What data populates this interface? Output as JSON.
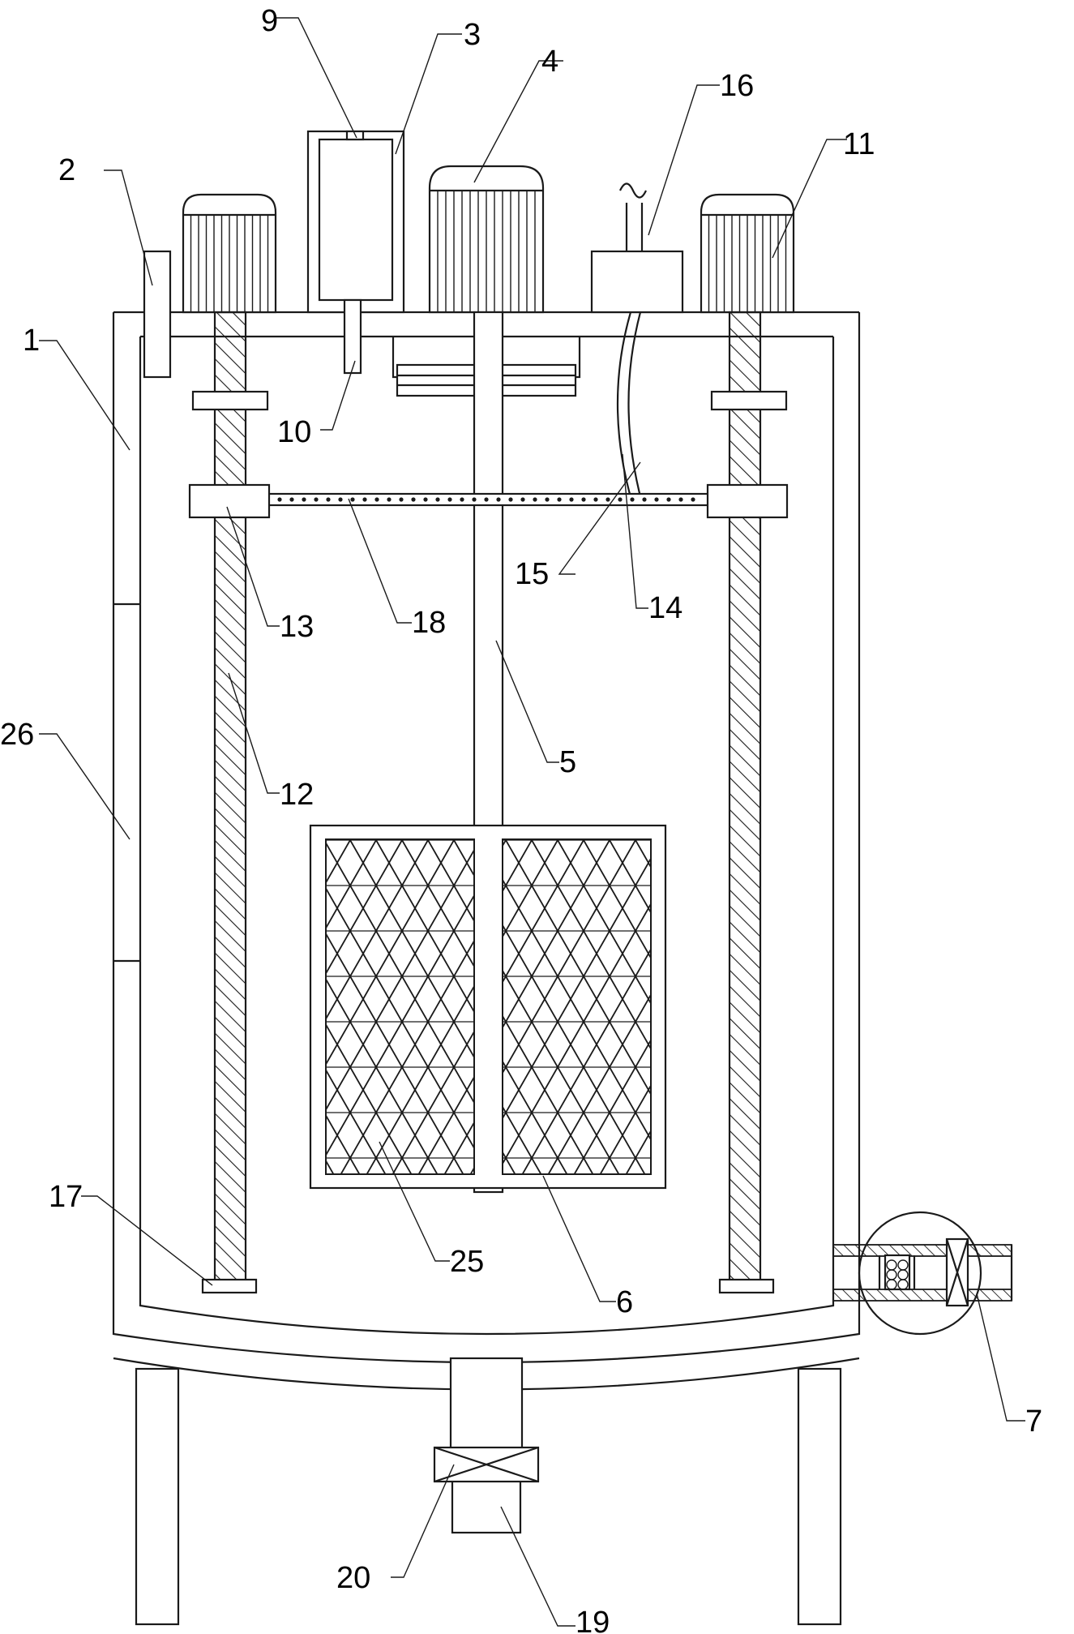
{
  "labels": {
    "n1": "1",
    "n2": "2",
    "n3": "3",
    "n4": "4",
    "n5": "5",
    "n6": "6",
    "n7": "7",
    "n9": "9",
    "n10": "10",
    "n11": "11",
    "n12": "12",
    "n13": "13",
    "n14": "14",
    "n15": "15",
    "n16": "16",
    "n17": "17",
    "n18": "18",
    "n19": "19",
    "n20": "20",
    "n25": "25",
    "n26": "26"
  },
  "colors": {
    "line": "#1a1a1a",
    "background": "#ffffff"
  }
}
